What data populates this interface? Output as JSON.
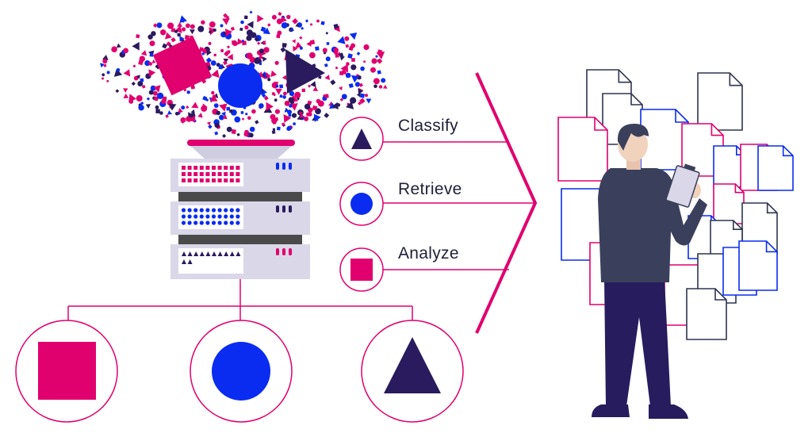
{
  "colors": {
    "magenta": "#e0006e",
    "blue": "#0a2cf0",
    "navy": "#2a1a5e",
    "server_body": "#d9d7e8",
    "server_dark": "#4a4a4a",
    "suit": "#3a3f5c",
    "trousers": "#271c5e",
    "doc_navy": "#2d3550"
  },
  "steps": [
    {
      "label": "Classify",
      "icon": "triangle-icon"
    },
    {
      "label": "Retrieve",
      "icon": "circle-icon"
    },
    {
      "label": "Analyze",
      "icon": "square-icon"
    }
  ],
  "outputs": [
    {
      "icon": "square-icon"
    },
    {
      "icon": "circle-icon"
    },
    {
      "icon": "triangle-icon"
    }
  ]
}
